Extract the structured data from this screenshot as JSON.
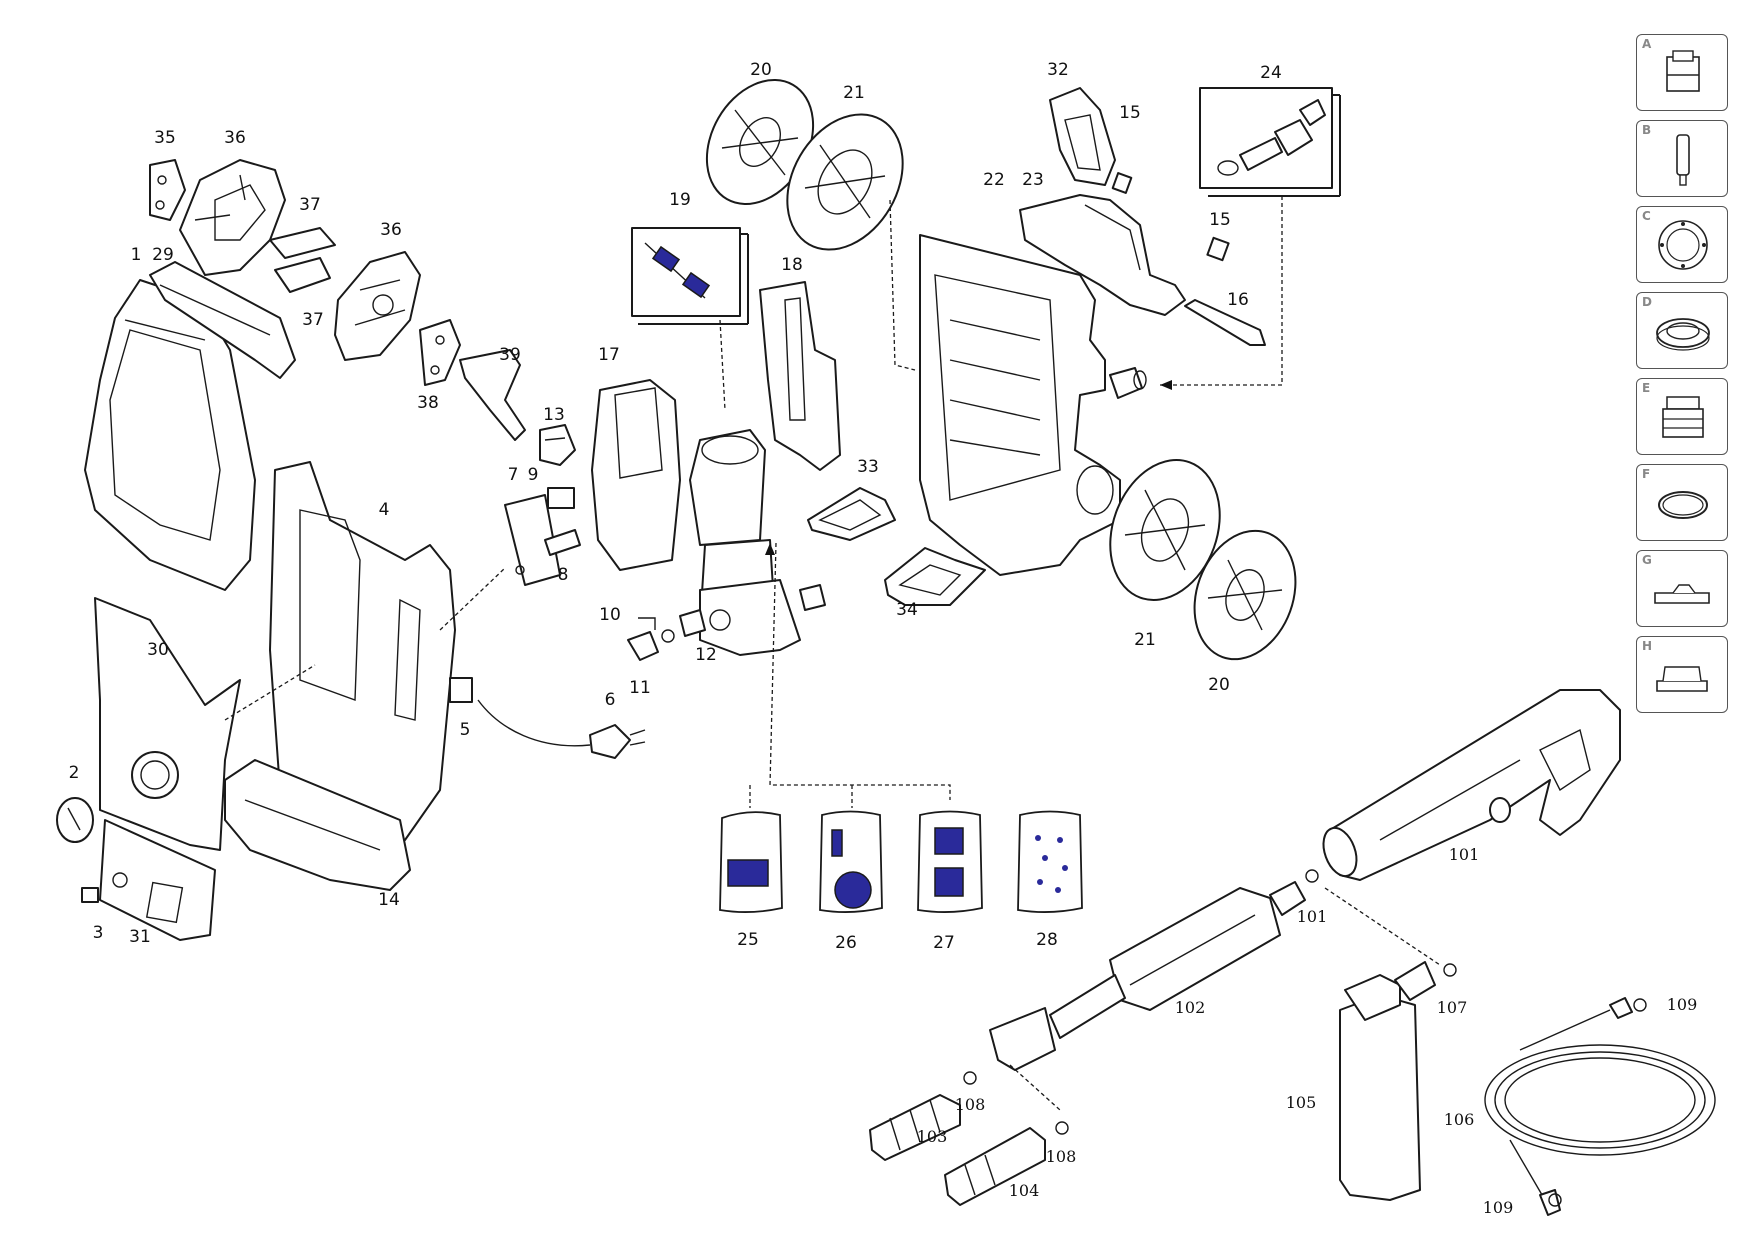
{
  "labels": {
    "l1": "1",
    "l2": "2",
    "l3": "3",
    "l4": "4",
    "l5": "5",
    "l6": "6",
    "l7": "7",
    "l8": "8",
    "l9": "9",
    "l10": "10",
    "l11": "11",
    "l12": "12",
    "l13": "13",
    "l14": "14",
    "l15a": "15",
    "l15b": "15",
    "l16": "16",
    "l17": "17",
    "l18": "18",
    "l19": "19",
    "l20a": "20",
    "l20b": "20",
    "l21a": "21",
    "l21b": "21",
    "l22": "22",
    "l23": "23",
    "l24": "24",
    "l25": "25",
    "l26": "26",
    "l27": "27",
    "l28": "28",
    "l29": "29",
    "l30": "30",
    "l31": "31",
    "l32": "32",
    "l33": "33",
    "l34": "34",
    "l35": "35",
    "l36a": "36",
    "l36b": "36",
    "l37a": "37",
    "l37b": "37",
    "l38": "38",
    "l39": "39",
    "l101a": "101",
    "l101b": "101",
    "l102": "102",
    "l103": "103",
    "l104": "104",
    "l105": "105",
    "l106": "106",
    "l107": "107",
    "l108a": "108",
    "l108b": "108",
    "l109a": "109",
    "l109b": "109"
  },
  "legend": [
    "A",
    "B",
    "C",
    "D",
    "E",
    "F",
    "G",
    "H"
  ],
  "colors": {
    "accent": "#2a2a9a",
    "line": "#1a1a1a"
  }
}
